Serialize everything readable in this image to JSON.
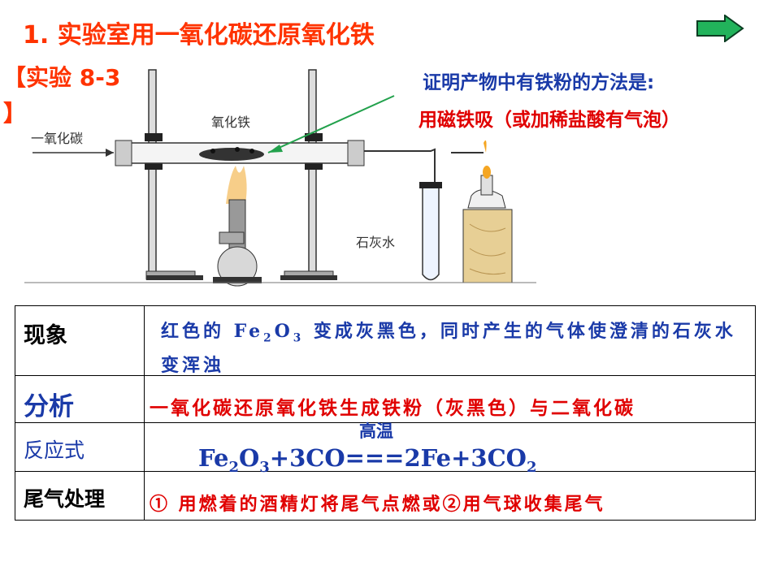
{
  "title": "1. 实验室用一氧化碳还原氧化铁",
  "experiment_label": "【实验 8-3 】",
  "nav": {
    "next_icon": "right-arrow-icon"
  },
  "apparatus_labels": {
    "co": "一氧化碳",
    "fe2o3": "氧化铁",
    "limewater": "石灰水"
  },
  "notes": {
    "question": "证明产物中有铁粉的方法是:",
    "answer": "用磁铁吸（或加稀盐酸有气泡）"
  },
  "table": {
    "phenomenon_head": "现象",
    "phenomenon_p1": "红色的 Fe",
    "phenomenon_sub1": "2",
    "phenomenon_p2": "O",
    "phenomenon_sub2": "3",
    "phenomenon_p3": " 变成灰黑色，同时产生的气体使澄清的石灰水变浑浊",
    "analysis_head": "分析",
    "analysis_text": "一氧化碳还原氧化铁生成铁粉（灰黑色）与二氧化碳",
    "reaction_head": "反应式",
    "reaction_condition": "高温",
    "eq_p1": "Fe",
    "eq_sub1": "2",
    "eq_p2": "O",
    "eq_sub2": "3",
    "eq_p3": "+3CO===2Fe+3CO",
    "eq_sub3": "2",
    "tail_head": "尾气处理",
    "tail_text": "① 用燃着的酒精灯将尾气点燃或②用气球收集尾气"
  },
  "colors": {
    "title": "#ff3300",
    "blue_text": "#1a3aa8",
    "red_text": "#e00000",
    "arrow_green": "#22b35b"
  }
}
